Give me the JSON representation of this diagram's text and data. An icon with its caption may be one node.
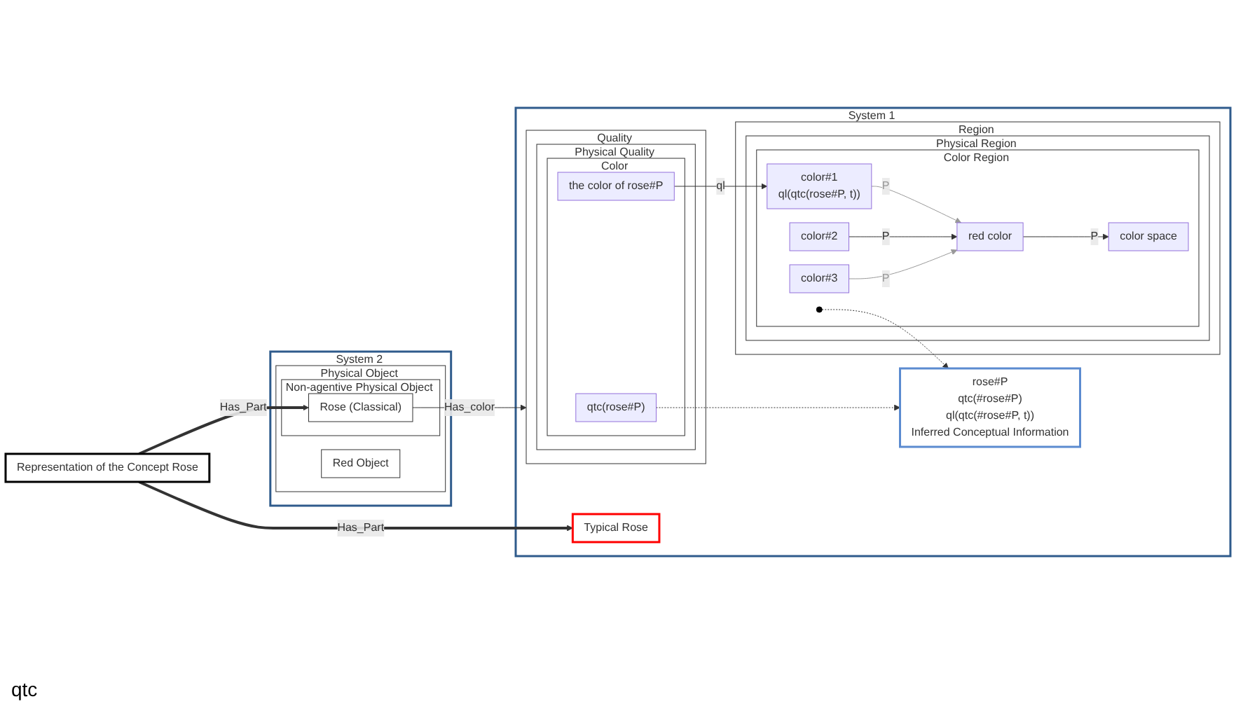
{
  "diagram": {
    "nodes": [
      {
        "text": [
          "Representation of the Concept Rose"
        ]
      },
      {
        "text": [
          "System 1"
        ]
      },
      {
        "text": [
          "Typical Rose"
        ],
        "in": 1
      },
      {
        "text": [
          "rose#P",
          "qtc(#rose#P)",
          "ql(qtc(#rose#P, t))",
          "Inferred Conceptual Information"
        ],
        "in": 1
      },
      {
        "text": [
          "Quality"
        ],
        "in": 1
      },
      {
        "text": [
          "Physical Quality"
        ],
        "in": 4
      },
      {
        "text": [
          "Color"
        ],
        "in": 5
      },
      {
        "text": [
          "qtc(rose#P)"
        ],
        "in": 6
      },
      {
        "text": [
          "the color of rose#P"
        ],
        "in": 6
      },
      {
        "text": [
          "Region"
        ],
        "in": 1
      },
      {
        "text": [
          "Physical Region"
        ],
        "in": 9
      },
      {
        "text": [
          "Color Region"
        ],
        "in": 10
      },
      {
        "text": [
          "color space"
        ],
        "in": 11
      },
      {
        "text": [
          "red color"
        ],
        "in": 11
      },
      {
        "text": [
          "color#1",
          "ql(qtc(rose#P, t))"
        ],
        "in": 11
      },
      {
        "text": [
          "color#2"
        ],
        "in": 11
      },
      {
        "text": [
          "color#3"
        ],
        "in": 11
      },
      {
        "text": [],
        "shape": "circle",
        "in": 11
      },
      {
        "text": [
          "System 2"
        ]
      },
      {
        "text": [
          "Physical Object"
        ],
        "in": 18
      },
      {
        "text": [
          "Non-agentive Physical Object"
        ],
        "in": 19
      },
      {
        "text": [
          "Rose (Classical)"
        ],
        "in": 20
      },
      {
        "text": [
          "Red Object"
        ],
        "in": 19
      }
    ],
    "edges": [
      {
        "from": 0,
        "to": 2,
        "arrow": "to",
        "label": "Has_Part",
        "style": "thick"
      },
      {
        "from": 0,
        "to": 21,
        "arrow": "to",
        "label": "Has_Part",
        "style": "thick"
      },
      {
        "from": 21,
        "to": 4,
        "arrow": "to",
        "label": "Has_color"
      },
      {
        "from": 7,
        "to": 3,
        "arrow": "to",
        "style": "dashed"
      },
      {
        "from": 17,
        "to": 3,
        "arrow": "to",
        "style": "dashed"
      },
      {
        "from": 8,
        "to": 14,
        "arrow": "to",
        "label": "ql"
      },
      {
        "from": 14,
        "to": 13,
        "arrow": "to",
        "label": "P",
        "color": "#999999"
      },
      {
        "from": 15,
        "to": 13,
        "arrow": "to",
        "label": "P"
      },
      {
        "from": 16,
        "to": 13,
        "arrow": "to",
        "label": "P",
        "color": "#999999"
      },
      {
        "from": 13,
        "to": 12,
        "arrow": "to",
        "label": "P"
      }
    ],
    "labels": [
      "qtc"
    ]
  }
}
